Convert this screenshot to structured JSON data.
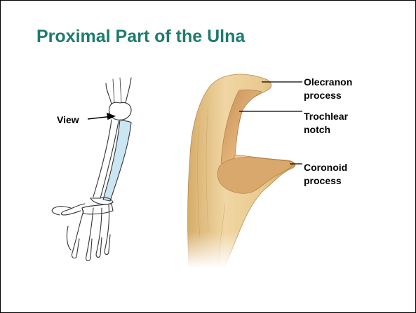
{
  "slide": {
    "title": "Proximal Part of the Ulna"
  },
  "labels": {
    "view": "View",
    "olecranon": [
      "Olecranon",
      "process"
    ],
    "trochlear": [
      "Trochlear",
      "notch"
    ],
    "coronoid": [
      "Coronoid",
      "process"
    ]
  },
  "colors": {
    "title": "#1d7b6e",
    "bone": "#e8c98d",
    "ulna_highlight": "#c9e6f2"
  }
}
